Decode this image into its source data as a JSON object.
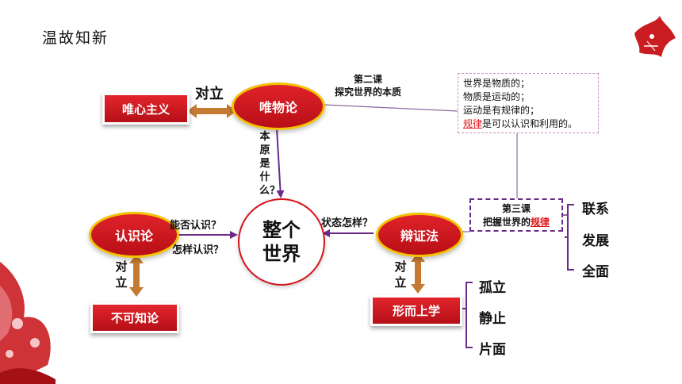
{
  "title": "温故知新",
  "nodes": {
    "materialism": "唯物论",
    "idealism": "唯心主义",
    "epistemology": "认识论",
    "agnosticism": "不可知论",
    "dialectics": "辩证法",
    "metaphysics": "形而上学",
    "world": "整个世界"
  },
  "labels": {
    "opposite_top": "对立",
    "opposite_left": "对立",
    "opposite_right": "对立",
    "origin_question": "本原是什么？",
    "can_know": "能否认识？",
    "how_know": "怎样认识？",
    "state": "状态怎样？"
  },
  "lesson2": {
    "line1": "第二课",
    "line2": "探究世界的本质"
  },
  "note": {
    "line1": "世界是物质的；",
    "line2": "物质是运动的；",
    "line3": "运动是有规律的；",
    "line4_highlight": "规律",
    "line4_rest": "是可以认识和利用的。"
  },
  "lesson3": {
    "line1": "第三课",
    "line2_prefix": "把握世界的",
    "line2_highlight": "规律"
  },
  "dialectics_traits": [
    "联系",
    "发展",
    "全面"
  ],
  "metaphysics_traits": [
    "孤立",
    "静止",
    "片面"
  ],
  "colors": {
    "red": "#d2141c",
    "gold": "#f2c200",
    "purple": "#6b2a8a",
    "arrow_brown": "#c47a32"
  }
}
